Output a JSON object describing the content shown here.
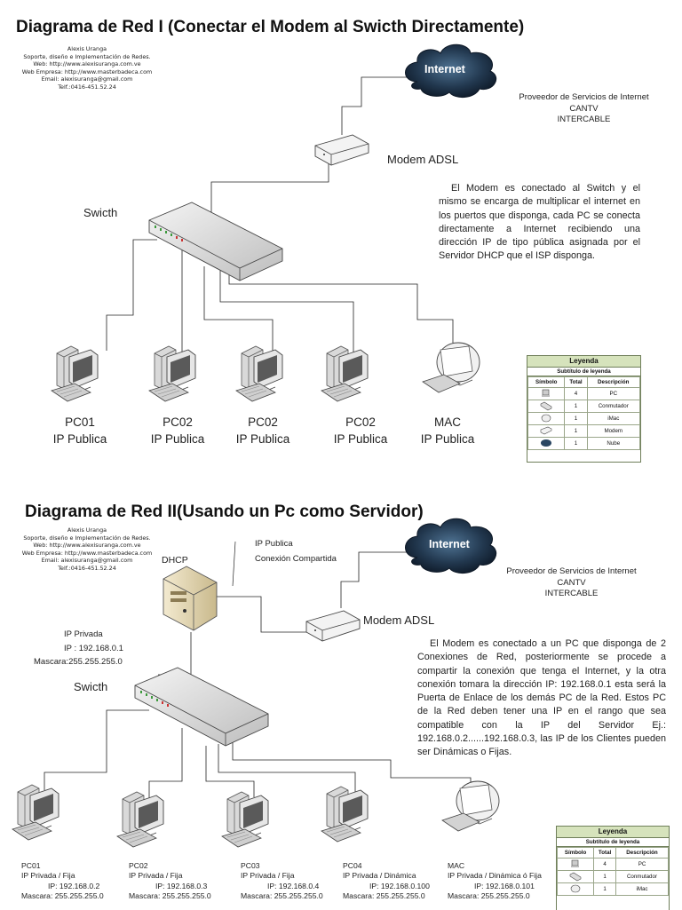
{
  "diagram1": {
    "title": "Diagrama de Red I (Conectar el Modem al Swicth Directamente)",
    "author_lines": [
      "Alexis Uranga",
      "Soporte, diseño e Implementación de Redes.",
      "Web: http://www.alexisuranga.com.ve",
      "Web Empresa: http://www.masterbadeca.com",
      "Email: alexisuranga@gmail.com",
      "Telf.:0416-451.52.24"
    ],
    "cloud_label": "Internet",
    "isp_lines": [
      "Proveedor de Servicios de Internet",
      "CANTV",
      "INTERCABLE"
    ],
    "modem_label": "Modem ADSL",
    "switch_label": "Swicth",
    "description": "El Modem es conectado al Switch y el mismo se encarga de multiplicar el internet en los puertos que disponga, cada PC se conecta directamente a Internet recibiendo una dirección IP de tipo pública asignada por el Servidor DHCP que el ISP disponga.",
    "computers": [
      {
        "name": "PC01",
        "ip": "IP Publica"
      },
      {
        "name": "PC02",
        "ip": "IP Publica"
      },
      {
        "name": "PC02",
        "ip": "IP Publica"
      },
      {
        "name": "PC02",
        "ip": "IP Publica"
      },
      {
        "name": "MAC",
        "ip": "IP Publica"
      }
    ],
    "legend": {
      "title": "Leyenda",
      "subtitle": "Subtítulo de leyenda",
      "headers": [
        "Símbolo",
        "Total",
        "Descripción"
      ],
      "rows": [
        {
          "icon": "pc-icon",
          "total": "4",
          "desc": "PC"
        },
        {
          "icon": "switch-icon",
          "total": "1",
          "desc": "Conmutador"
        },
        {
          "icon": "imac-icon",
          "total": "1",
          "desc": "iMac"
        },
        {
          "icon": "modem-icon",
          "total": "1",
          "desc": "Modem"
        },
        {
          "icon": "cloud-icon",
          "total": "1",
          "desc": "Nube"
        }
      ]
    }
  },
  "diagram2": {
    "title": "Diagrama de Red II(Usando un Pc como Servidor)",
    "author_lines": [
      "Alexis Uranga",
      "Soporte, diseño e Implementación de Redes.",
      "Web: http://www.alexisuranga.com.ve",
      "Web Empresa: http://www.masterbadeca.com",
      "Email: alexisuranga@gmail.com",
      "Telf.:0416-451.52.24"
    ],
    "dhcp_label": "DHCP",
    "public_ip_lines": [
      "IP Publica",
      "Conexión Compartida"
    ],
    "private_ip_lines": [
      "IP Privada",
      "IP : 192.168.0.1",
      "Mascara:255.255.255.0"
    ],
    "cloud_label": "Internet",
    "isp_lines": [
      "Proveedor de Servicios de Internet",
      "CANTV",
      "INTERCABLE"
    ],
    "modem_label": "Modem ADSL",
    "switch_label": "Swicth",
    "description": "El Modem es conectado a un PC que disponga de 2 Conexiones de Red, posteriormente se procede a compartir la conexión que tenga el Internet, y la otra conexión tomara la dirección IP: 192.168.0.1 esta será la Puerta de Enlace de los demás PC de la Red. Estos PC de la Red deben tener una IP en el rango que sea compatible con la IP del Servidor Ej.: 192.168.0.2......192.168.0.3, las IP de los Clientes pueden ser Dinámicas o Fijas.",
    "computers": [
      {
        "name": "PC01",
        "type": "IP Privada / Fija",
        "ip": "IP: 192.168.0.2",
        "mask": "Mascara: 255.255.255.0"
      },
      {
        "name": "PC02",
        "type": "IP Privada / Fija",
        "ip": "IP: 192.168.0.3",
        "mask": "Mascara: 255.255.255.0"
      },
      {
        "name": "PC03",
        "type": "IP Privada / Fija",
        "ip": "IP: 192.168.0.4",
        "mask": "Mascara: 255.255.255.0"
      },
      {
        "name": "PC04",
        "type": "IP Privada / Dinámica",
        "ip": "IP: 192.168.0.100",
        "mask": "Mascara: 255.255.255.0"
      },
      {
        "name": "MAC",
        "type": "IP Privada / Dinámica ó Fija",
        "ip": "IP: 192.168.0.101",
        "mask": "Mascara: 255.255.255.0"
      }
    ],
    "legend": {
      "title": "Leyenda",
      "subtitle": "Subtítulo de leyenda",
      "headers": [
        "Símbolo",
        "Total",
        "Descripción"
      ],
      "rows": [
        {
          "icon": "pc-icon",
          "total": "4",
          "desc": "PC"
        },
        {
          "icon": "switch-icon",
          "total": "1",
          "desc": "Conmutador"
        },
        {
          "icon": "imac-icon",
          "total": "1",
          "desc": "iMac"
        }
      ]
    }
  }
}
